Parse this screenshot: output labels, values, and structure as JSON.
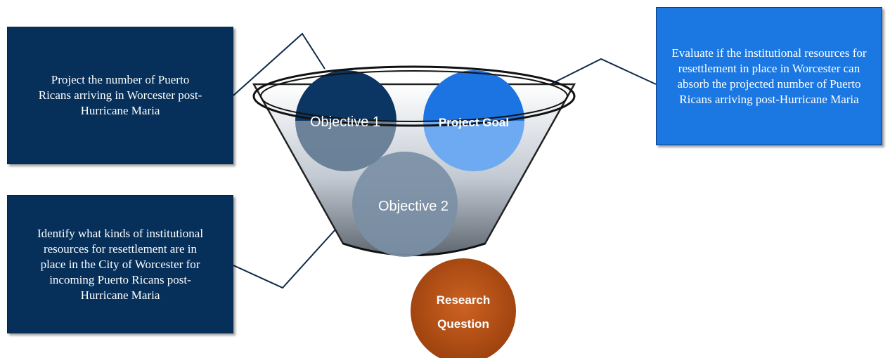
{
  "left_boxes": {
    "objective1_text": "Project the number of Puerto Ricans arriving in Worcester post-Hurricane Maria",
    "objective2_text": "Identify what kinds of institutional resources for resettlement are in place in the City of Worcester for incoming Puerto Ricans post-Hurricane Maria"
  },
  "right_box": {
    "goal_text": "Evaluate if the institutional resources for resettlement in place in Worcester can absorb the projected number of Puerto Ricans arriving post-Hurricane Maria"
  },
  "funnel": {
    "objective1_label": "Objective 1",
    "objective2_label": "Objective 2",
    "goal_label": "Project Goal",
    "question_label_line1": "Research",
    "question_label_line2": "Question"
  },
  "colors": {
    "navy": "#06305a",
    "blue": "#1b78e2",
    "orange": "#c0561a",
    "funnel_gray": "#7f93a8"
  }
}
